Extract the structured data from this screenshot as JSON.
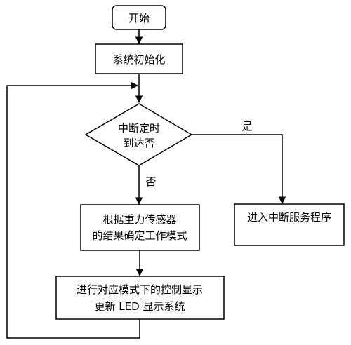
{
  "nodes": {
    "start": "开始",
    "init": "系统初始化",
    "decision": [
      "中断定时",
      "到达否"
    ],
    "mode": [
      "根据重力传感器",
      "的结果确定工作模式"
    ],
    "control": [
      "进行对应模式下的控制显示",
      "更新 LED 显示系统"
    ],
    "interrupt": "进入中断服务程序"
  },
  "edges": {
    "yes_label": "是",
    "no_label": "否"
  },
  "colors": {
    "stroke": "#000000",
    "background": "#ffffff"
  }
}
